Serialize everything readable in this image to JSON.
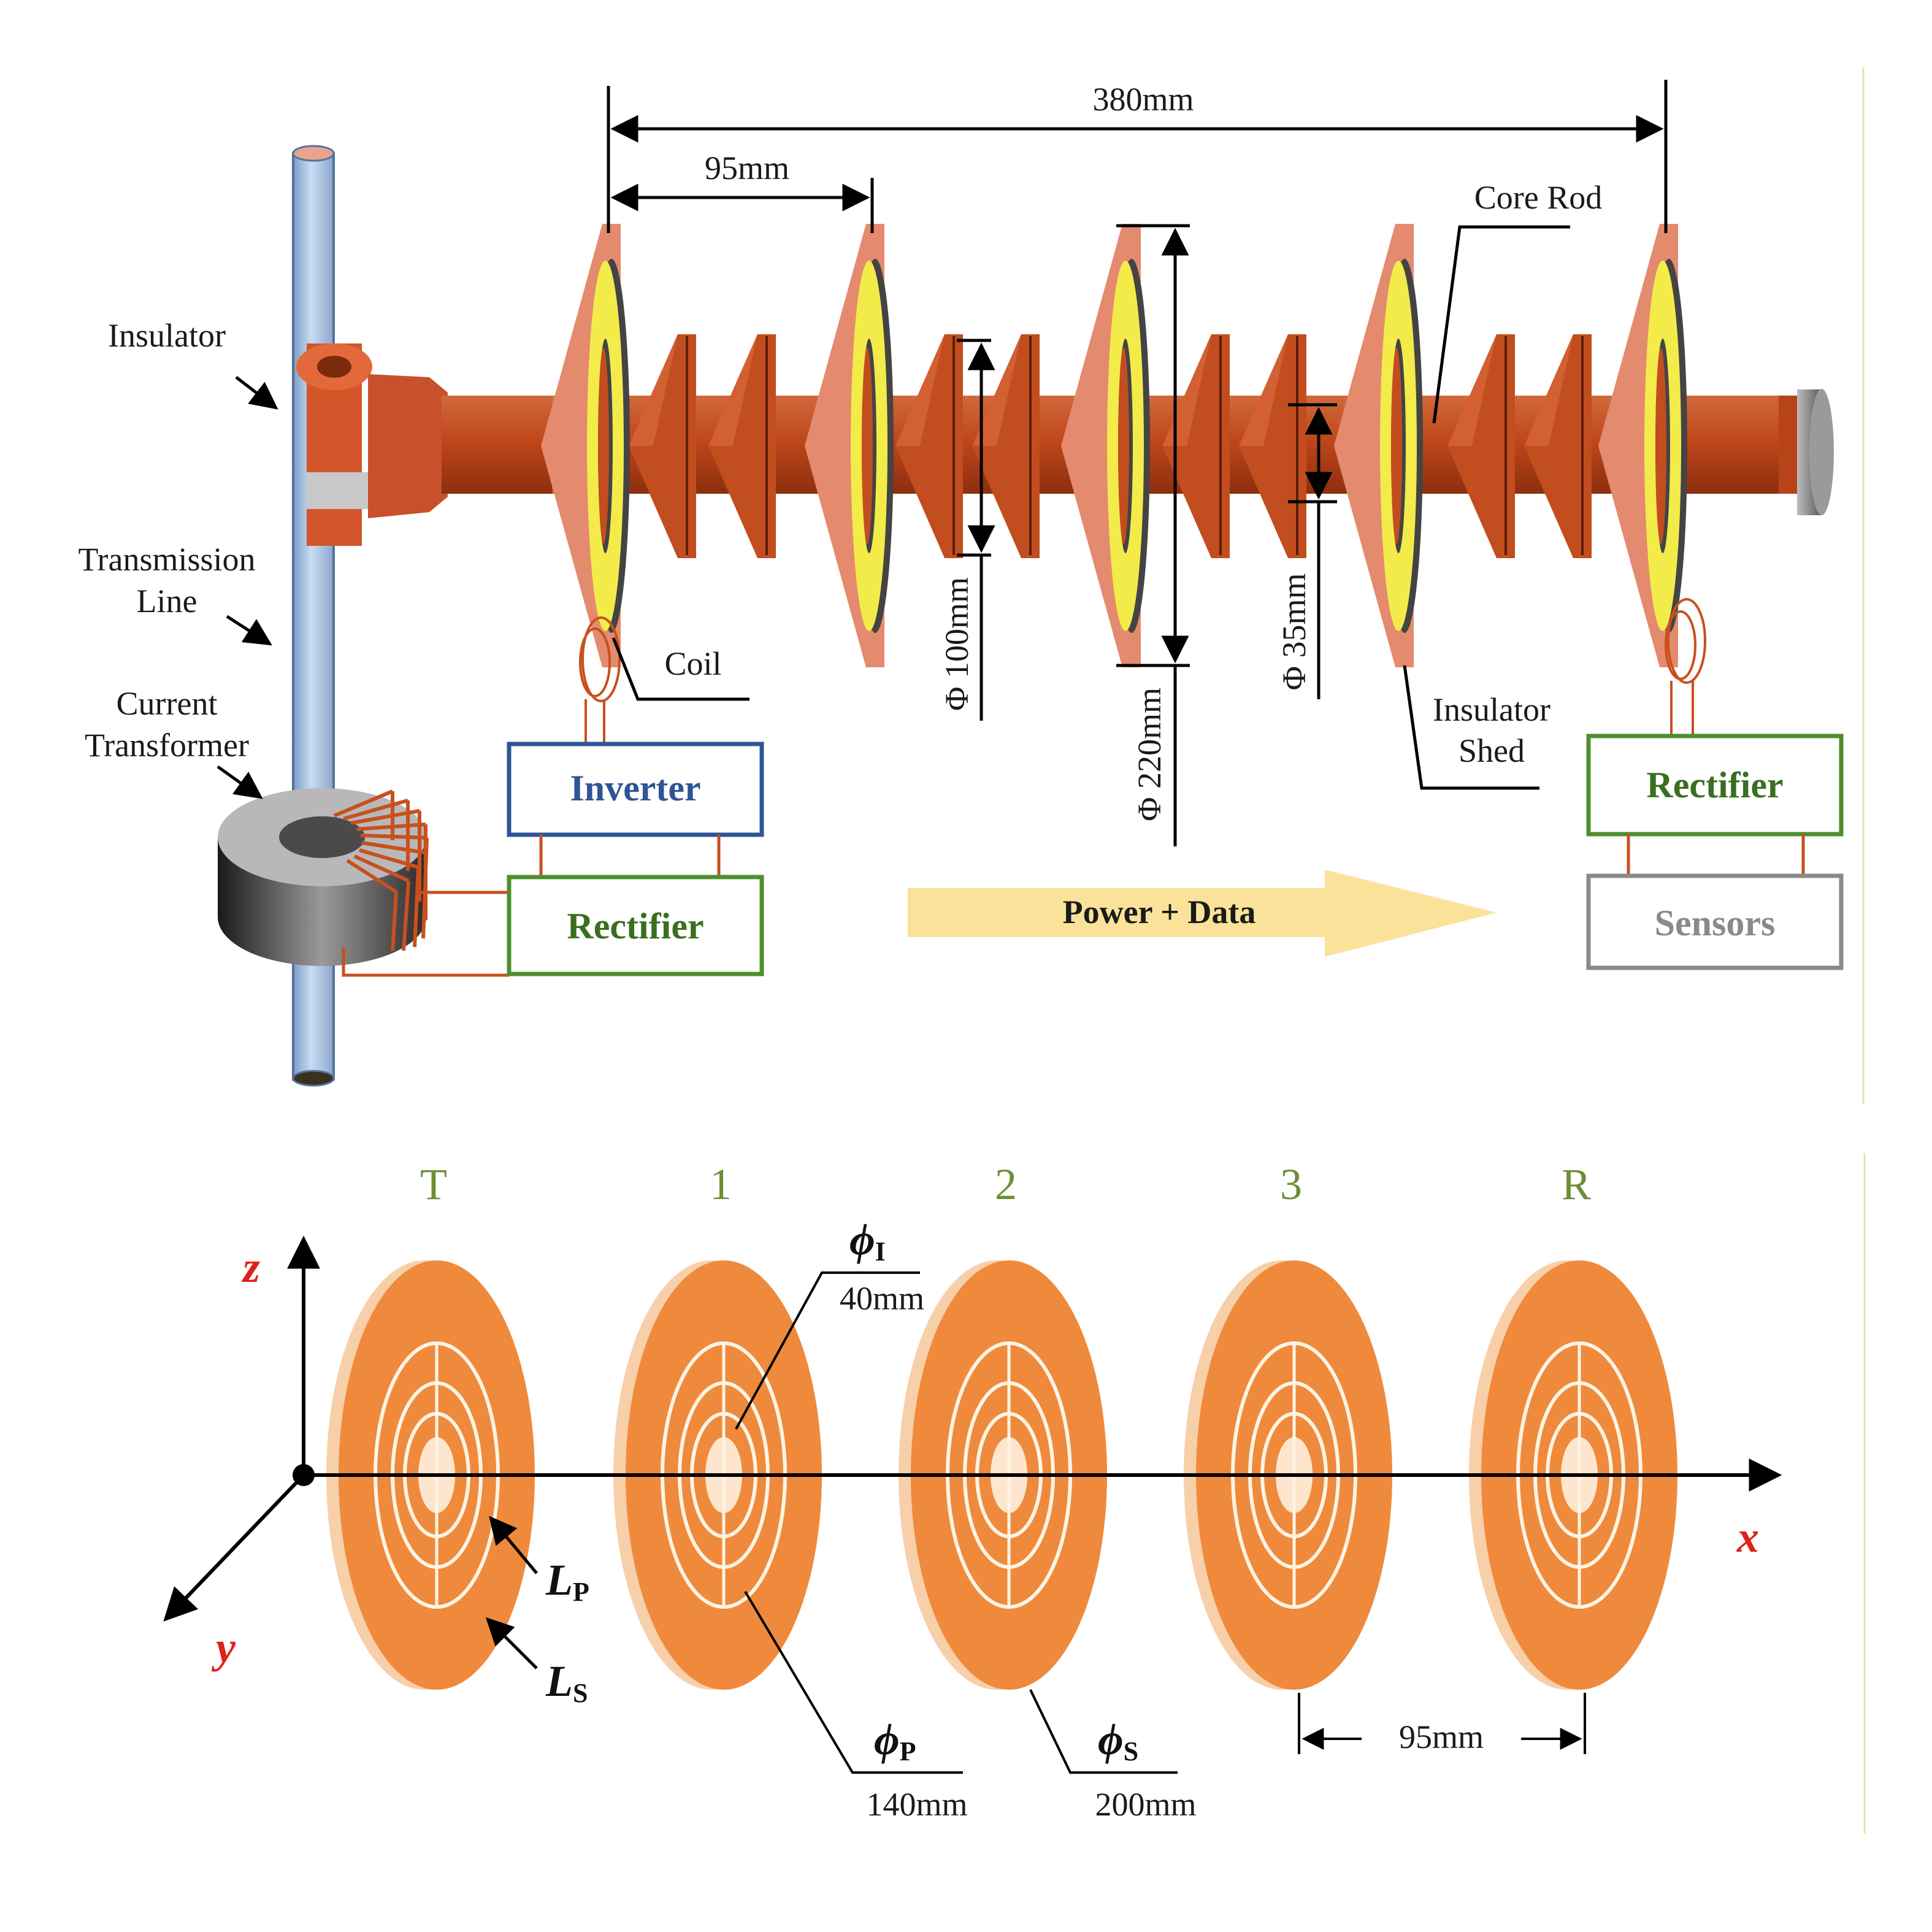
{
  "colors": {
    "shed": "#c24d1e",
    "shed_light": "#e48a6e",
    "disc": "#ef8a3c",
    "coil": "#f3eb4a",
    "inverter": "#2f5596",
    "rectifier": "#4e8f2c",
    "sensors": "#8a8a8a",
    "disc_label": "#6c8e37",
    "axis_label": "#e0201b",
    "arrow_fill": "#fbe29a",
    "pole": "#a9c4e6"
  },
  "top": {
    "labels": {
      "insulator": "Insulator",
      "transmission_line_1": "Transmission",
      "transmission_line_2": "Line",
      "current_transformer_1": "Current",
      "current_transformer_2": "Transformer",
      "core_rod": "Core Rod",
      "coil": "Coil",
      "insulator_shed_1": "Insulator",
      "insulator_shed_2": "Shed"
    },
    "dimensions": {
      "overall": "380mm",
      "pitch": "95mm",
      "d100": "Φ 100mm",
      "d220": "Φ 220mm",
      "d35": "Φ 35mm"
    },
    "boxes": {
      "inverter": "Inverter",
      "rectifier_left": "Rectifier",
      "rectifier_right": "Rectifier",
      "sensors": "Sensors"
    },
    "flow_arrow": "Power + Data"
  },
  "bottom": {
    "disc_ids": [
      "T",
      "1",
      "2",
      "3",
      "R"
    ],
    "axes": {
      "x": "x",
      "y": "y",
      "z": "z"
    },
    "symbols": {
      "phi": "ϕ",
      "L": "L",
      "sub_I": "I",
      "sub_P": "P",
      "sub_S": "S"
    },
    "dimensions": {
      "phi_i": "40mm",
      "phi_p": "140mm",
      "phi_s": "200mm",
      "pitch": "95mm"
    }
  }
}
